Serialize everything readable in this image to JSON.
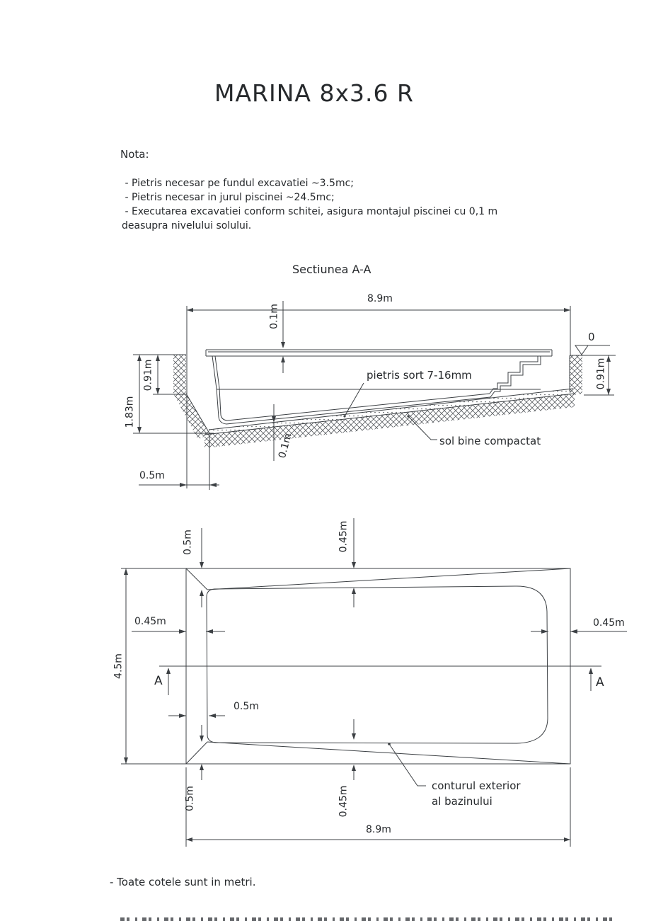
{
  "colors": {
    "line": "#3c4044",
    "text": "#26292c",
    "background": "#ffffff"
  },
  "title": "MARINA 8x3.6 R",
  "note": {
    "heading": "Nota:",
    "line1": " - Pietris necesar pe fundul excavatiei ~3.5mc;",
    "line2": " - Pietris necesar in jurul piscinei ~24.5mc;",
    "line3": " - Executarea excavatiei conform schitei, asigura montajul piscinei cu 0,1 m",
    "line4": "deasupra nivelului solului."
  },
  "section_view": {
    "title": "Sectiunea A-A",
    "dim_width_top": "8.9m",
    "dim_rim_above_ground": "0.1m",
    "dim_depth_left_upper": "0.91m",
    "dim_depth_left_total": "1.83m",
    "dim_depth_right": "0.91m",
    "level_zero": "0",
    "label_gravel": "pietris sort 7-16mm",
    "label_soil": "sol bine compactat",
    "dim_gravel_thickness": "0.1m",
    "dim_bottom_offset": "0.5m"
  },
  "plan_view": {
    "dim_corner_top": "0.5m",
    "dim_edge_top": "0.45m",
    "dim_edge_left": "0.45m",
    "dim_overall_height": "4.5m",
    "marker_left": "A",
    "marker_right": "A",
    "dim_corner_left_inner": "0.5m",
    "dim_edge_right": "0.45m",
    "dim_corner_bottom": "0.5m",
    "dim_edge_bottom": "0.45m",
    "label_contour_line1": "conturul exterior",
    "label_contour_line2": "al bazinului",
    "dim_width_bottom": "8.9m"
  },
  "footer": "- Toate cotele sunt in metri."
}
